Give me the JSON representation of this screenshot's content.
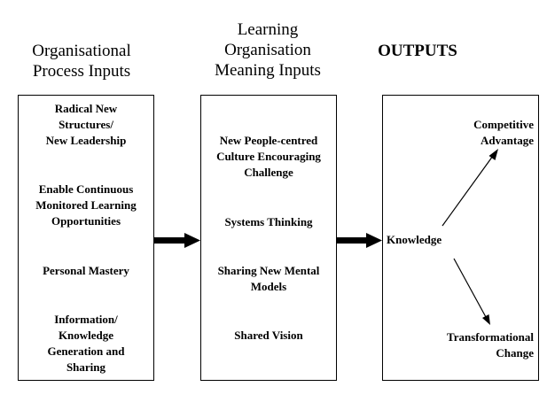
{
  "headings": {
    "process": [
      "Organisational",
      "Process Inputs"
    ],
    "meaning": [
      "Learning",
      "Organisation",
      "Meaning Inputs"
    ],
    "outputs": "OUTPUTS"
  },
  "process_items": [
    [
      "Radical New",
      "Structures/",
      "New Leadership"
    ],
    [
      "Enable Continuous",
      "Monitored Learning",
      "Opportunities"
    ],
    [
      "Personal Mastery"
    ],
    [
      "Information/",
      "Knowledge",
      "Generation and",
      "Sharing"
    ]
  ],
  "meaning_items": [
    [
      "New People-centred",
      "Culture Encouraging",
      "Challenge"
    ],
    [
      "Systems Thinking"
    ],
    [
      "Sharing New Mental",
      "Models"
    ],
    [
      "Shared Vision"
    ]
  ],
  "outputs": {
    "knowledge": "Knowledge",
    "competitive": [
      "Competitive",
      "Advantage"
    ],
    "transformational": [
      "Transformational",
      "Change"
    ]
  }
}
